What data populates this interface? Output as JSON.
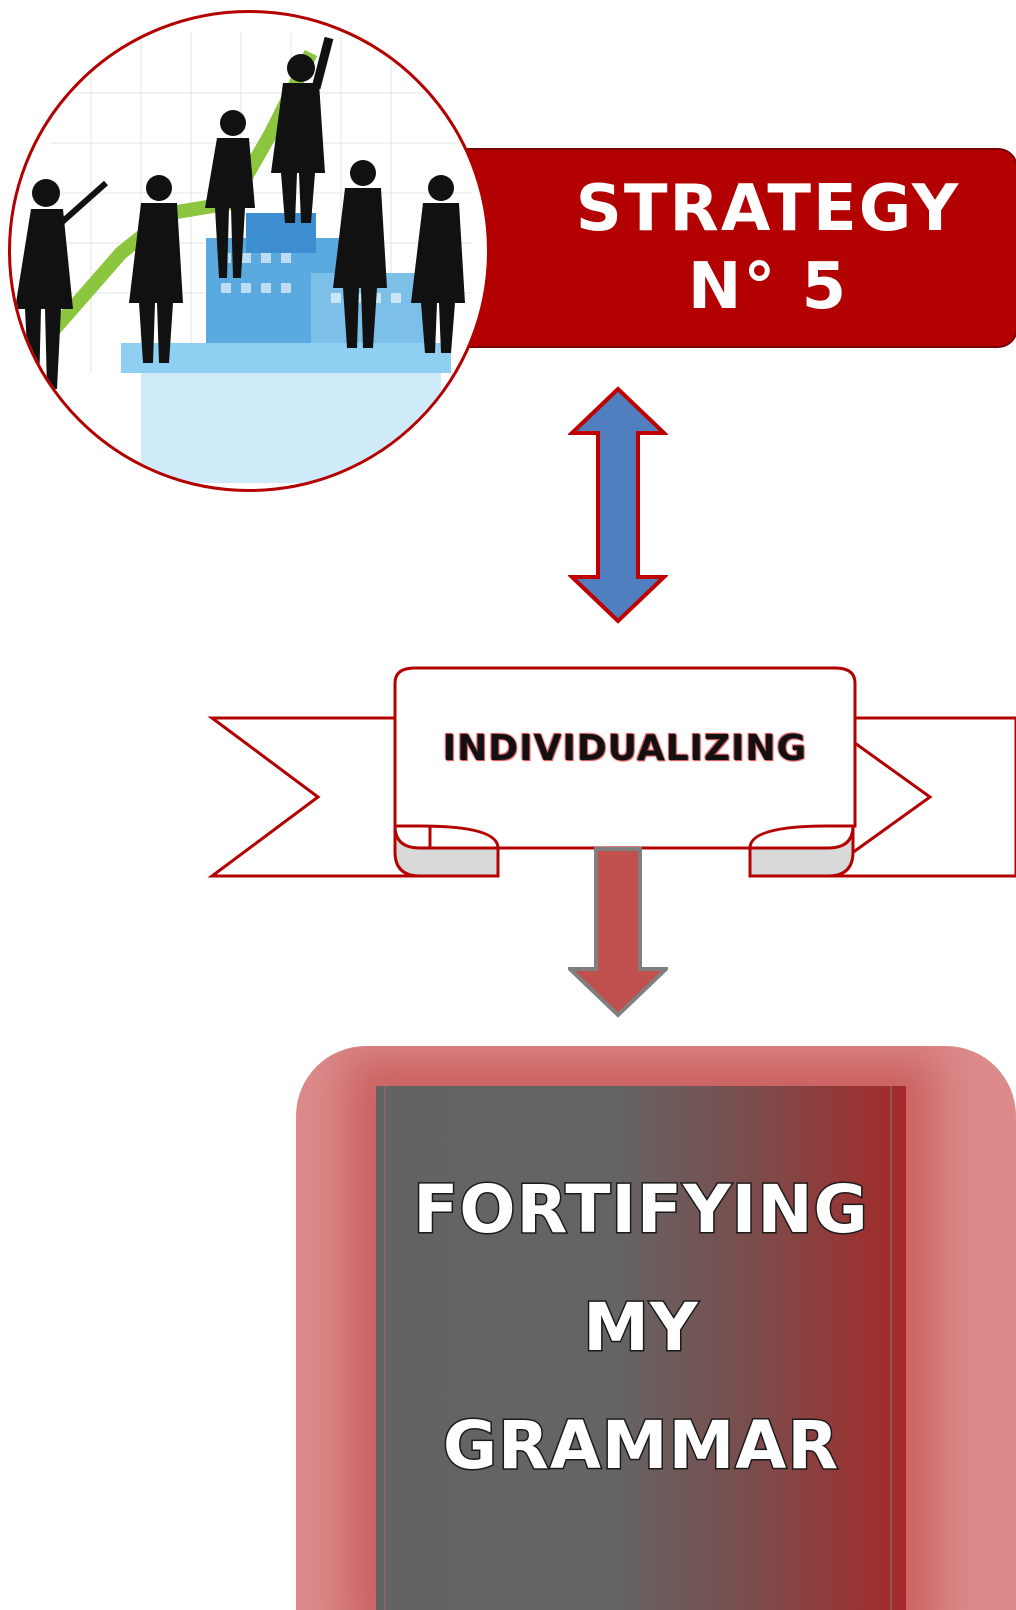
{
  "strategy": {
    "line1": "STRATEGY",
    "line2": "N° 5"
  },
  "ribbon": {
    "label": "INDIVIDUALIZING"
  },
  "result": {
    "line1": "FORTIFYING",
    "line2": "MY",
    "line3": "GRAMMAR"
  },
  "colors": {
    "primary_red": "#b30000",
    "arrow_blue": "#4f7fbf",
    "arrow_red": "#c0504d",
    "panel_pink": "#dc8a8a",
    "panel_gray": "#636363"
  },
  "icons": {
    "image": "business-people-silhouettes",
    "up_down_arrow": "double-headed-vertical-arrow",
    "down_arrow": "down-arrow"
  }
}
